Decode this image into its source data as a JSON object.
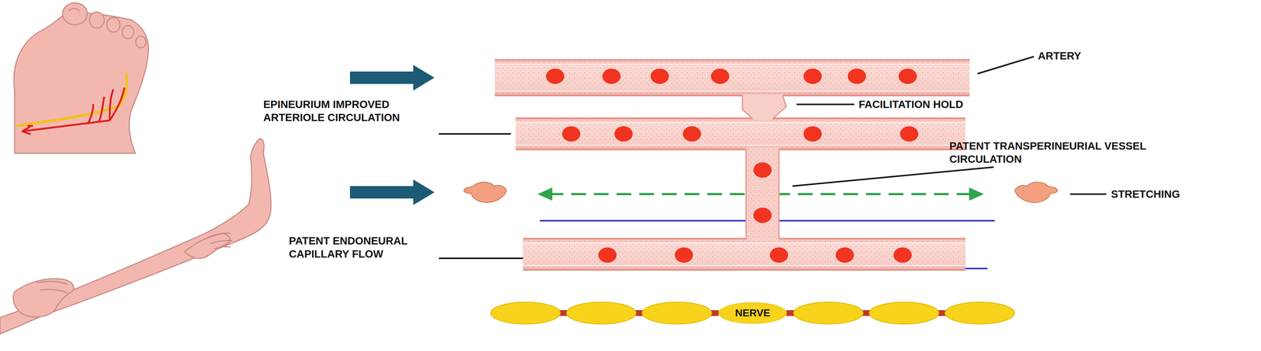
{
  "diagram": {
    "nodes": [
      {
        "text": [
          "NERVE"
        ]
      }
    ],
    "labels": [
      "ARTERY",
      "FACILITATION HOLD",
      "EPINEURIUM IMPROVED ARTERIOLE CIRCULATION",
      "PATENT TRANSPERINEURIAL VESSEL CIRCULATION",
      "STRETCHING",
      "PATENT ENDONEURAL CAPILLARY FLOW"
    ]
  }
}
